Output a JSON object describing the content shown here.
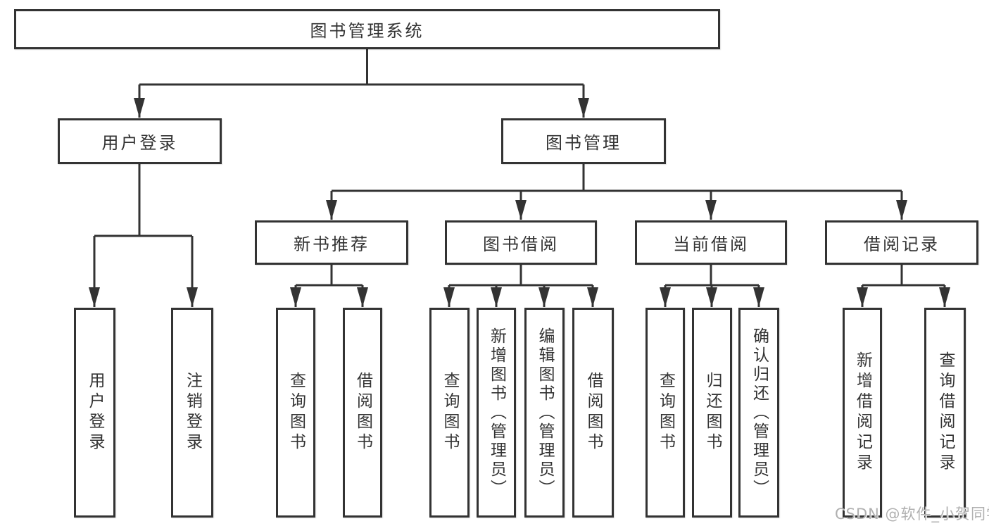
{
  "diagram": {
    "type": "functional-decomposition-tree",
    "nodes": {
      "root": "图书管理系统",
      "user_login": "用户登录",
      "book_mgmt": "图书管理",
      "new_book_rec": "新书推荐",
      "book_borrow": "图书借阅",
      "current_borrow": "当前借阅",
      "borrow_record": "借阅记录",
      "leaf_user_login": "用户登录",
      "leaf_logout": "注销登录",
      "leaf_nbr_query": "查询图书",
      "leaf_nbr_borrow": "借阅图书",
      "leaf_bb_query": "查询图书",
      "leaf_bb_add": "新增图书（管理员）",
      "leaf_bb_edit": "编辑图书（管理员）",
      "leaf_bb_borrow": "借阅图书",
      "leaf_cb_query": "查询图书",
      "leaf_cb_return": "归还图书",
      "leaf_cb_confirm": "确认归还（管理员）",
      "leaf_br_add": "新增借阅记录",
      "leaf_br_query": "查询借阅记录"
    },
    "hierarchy": {
      "图书管理系统": {
        "用户登录": [
          "用户登录",
          "注销登录"
        ],
        "图书管理": {
          "新书推荐": [
            "查询图书",
            "借阅图书"
          ],
          "图书借阅": [
            "查询图书",
            "新增图书（管理员）",
            "编辑图书（管理员）",
            "借阅图书"
          ],
          "当前借阅": [
            "查询图书",
            "归还图书",
            "确认归还（管理员）"
          ],
          "借阅记录": [
            "新增借阅记录",
            "查询借阅记录"
          ]
        }
      }
    },
    "colors": {
      "line": "#333333",
      "box_border": "#333333",
      "box_fill": "#ffffff",
      "text": "#333333",
      "watermark": "#b0b0b0"
    },
    "watermark": "CSDN @软件_小贺同学"
  }
}
